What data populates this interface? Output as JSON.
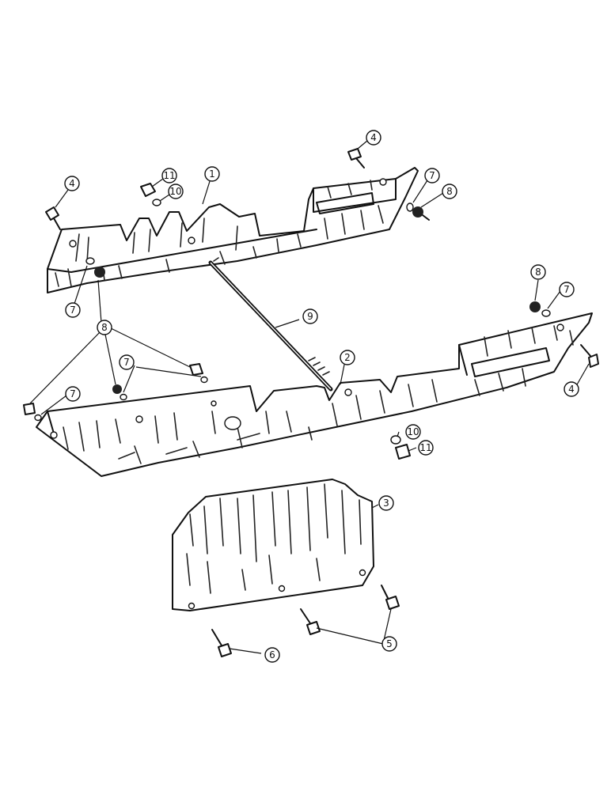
{
  "callouts": {
    "c1": "1",
    "c2": "2",
    "c3": "3",
    "c4a": "4",
    "c4b": "4",
    "c4c": "4",
    "c5": "5",
    "c6": "6",
    "c7a": "7",
    "c7b": "7",
    "c7c": "7",
    "c7d": "7",
    "c7e": "7",
    "c8a": "8",
    "c8b": "8",
    "c8c": "8",
    "c9": "9",
    "c10a": "10",
    "c10b": "10",
    "c11a": "11",
    "c11b": "11"
  },
  "colors": {
    "ink": "#111111",
    "paper": "#ffffff"
  }
}
